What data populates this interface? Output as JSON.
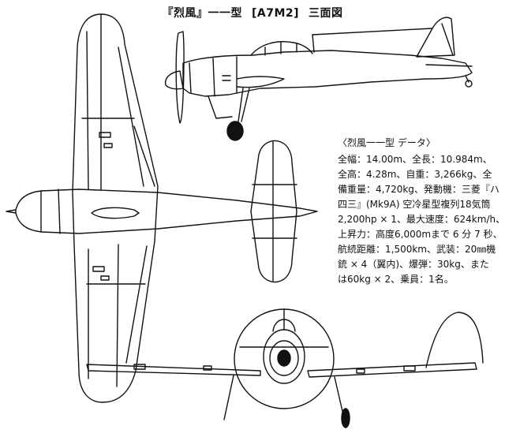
{
  "title": {
    "name": "『烈風』一一型",
    "model": "[A7M2]",
    "view": "三面図"
  },
  "spec": {
    "header": "〈烈風一一型 データ〉",
    "lines": [
      "全幅：14.00m、全長：10.984m、",
      "全高：4.28m、自重：3,266kg、全",
      "備重量：4,720kg、発動機：三菱『ハ",
      "四三』(Mk9A) 空冷星型複列18気筒",
      "2,200hp × 1、最大速度：624km/h、",
      "上昇力：高度6,000mまで 6 分 7 秒、",
      "航続距離：1,500km、武装：20㎜機",
      "銃 × 4（翼内)、爆弾：30kg、また",
      "は60kg × 2、乗員：1名。"
    ]
  }
}
